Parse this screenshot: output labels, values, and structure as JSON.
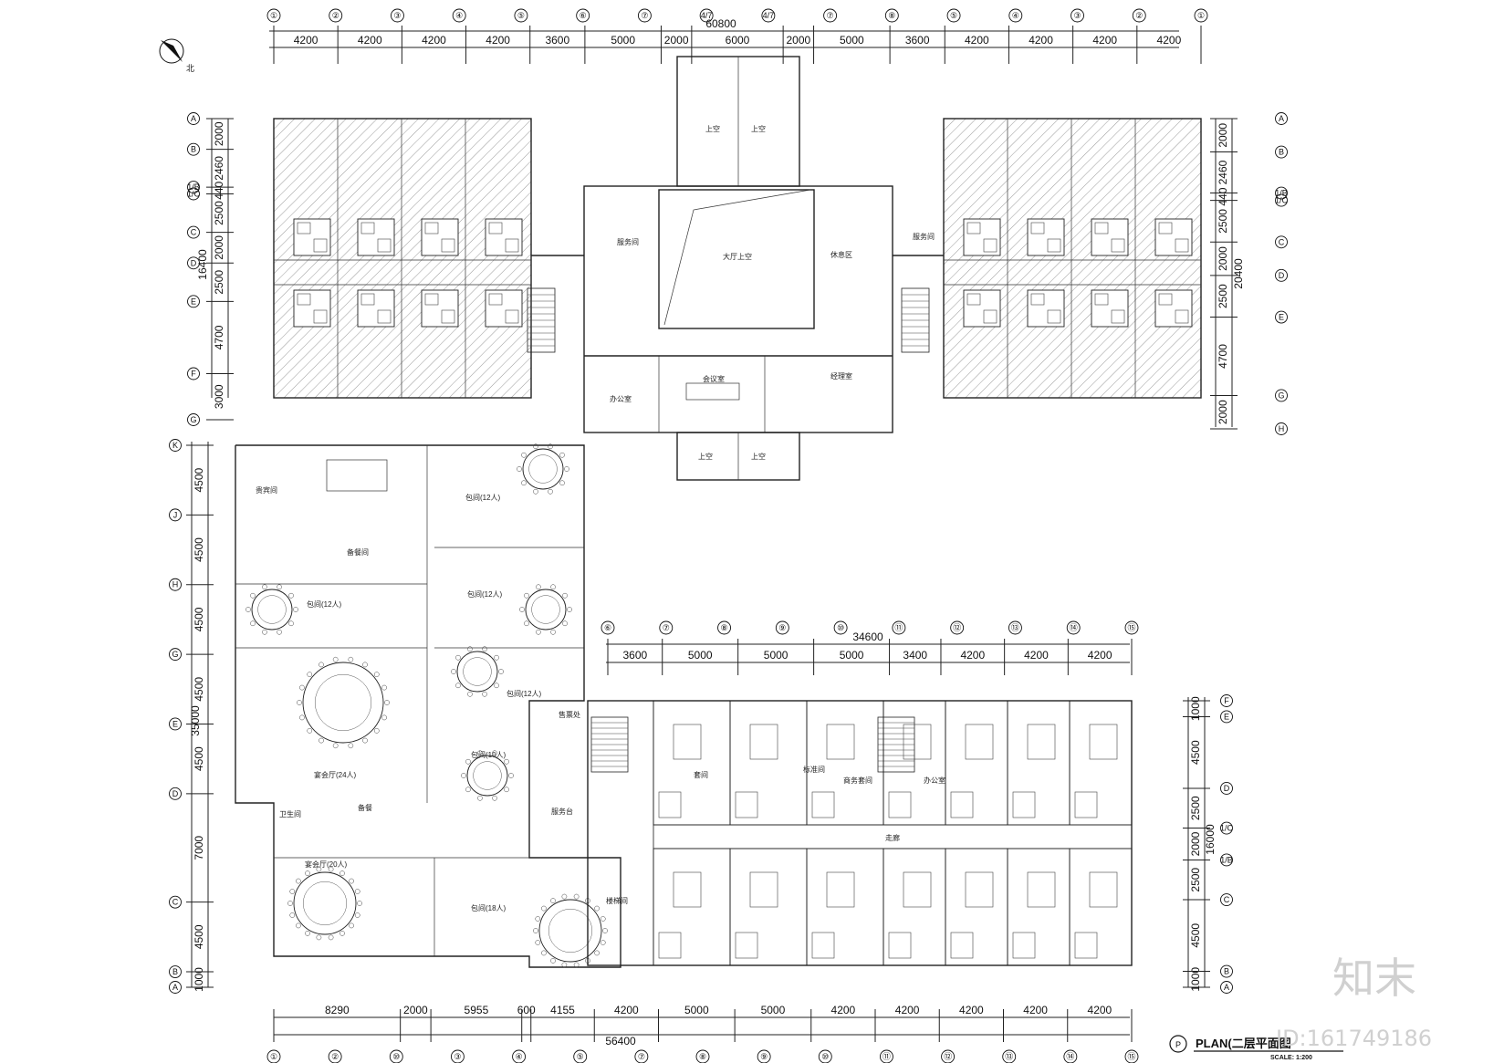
{
  "drawing": {
    "title": "PLAN(二层平面图",
    "scale": "SCALE: 1:200",
    "north_label": "北",
    "plan_marker": "P",
    "watermark_brand": "知末",
    "watermark_id": "ID:161749186"
  },
  "top_dims": {
    "total": "60800",
    "segments": [
      "4200",
      "4200",
      "4200",
      "4200",
      "3600",
      "5000",
      "2000",
      "6000",
      "2000",
      "5000",
      "3600",
      "4200",
      "4200",
      "4200",
      "4200"
    ],
    "axes": [
      "①",
      "②",
      "③",
      "④",
      "⑤",
      "⑥",
      "⑦",
      "4/7",
      "4/7",
      "⑦",
      "⑧",
      "⑤",
      "④",
      "③",
      "②",
      "①"
    ]
  },
  "mid_dims": {
    "total": "34600",
    "segments": [
      "3600",
      "5000",
      "5000",
      "5000",
      "3400",
      "4200",
      "4200",
      "4200"
    ],
    "axes": [
      "⑥",
      "⑦",
      "⑧",
      "⑨",
      "⑩",
      "⑪",
      "⑫",
      "⑬",
      "⑭",
      "⑮"
    ]
  },
  "bottom_dims": {
    "total": "56400",
    "segments": [
      "8290",
      "2000",
      "5955",
      "600",
      "4155",
      "4200",
      "5000",
      "5000",
      "4200",
      "4200",
      "4200",
      "4200",
      "4200"
    ],
    "axes": [
      "①",
      "②",
      "⑩",
      "③",
      "④",
      "⑤",
      "⑦",
      "⑧",
      "⑨",
      "⑩",
      "⑪",
      "⑫",
      "⑬",
      "⑭",
      "⑮"
    ]
  },
  "left_upper_dims": {
    "total": "16400",
    "segments": [
      "2000",
      "2460",
      "440",
      "2500",
      "2000",
      "2500",
      "4700",
      "3000"
    ],
    "axes": [
      "A",
      "B",
      "1/B",
      "1/C",
      "C",
      "D",
      "E",
      "F",
      "G"
    ]
  },
  "right_upper_dims": {
    "total": "20400",
    "segments": [
      "2000",
      "2460",
      "440",
      "2500",
      "2000",
      "2500",
      "4700",
      "2000"
    ],
    "axes": [
      "A",
      "B",
      "1/B",
      "1/C",
      "C",
      "D",
      "E",
      "G",
      "H"
    ]
  },
  "left_lower_dims": {
    "total": "35000",
    "segments": [
      "4500",
      "4500",
      "4500",
      "4500",
      "4500",
      "7000",
      "4500",
      "1000"
    ],
    "axes": [
      "K",
      "J",
      "H",
      "G",
      "E",
      "D",
      "C",
      "B",
      "A"
    ]
  },
  "right_lower_dims": {
    "total": "16000",
    "segments": [
      "1000",
      "4500",
      "2500",
      "2000",
      "2500",
      "4500",
      "1000"
    ],
    "axes": [
      "F",
      "E",
      "D",
      "1/C",
      "1/B",
      "C",
      "B",
      "A"
    ]
  },
  "rooms": {
    "atrium": "大厅上空",
    "rest_area": "休息区",
    "service_left": "服务间",
    "service_right": "服务间",
    "office": "办公室",
    "meeting": "会议室",
    "manager": "经理室",
    "office2": "办公室",
    "booth": "售票处",
    "void": "上空",
    "vip_room": "贵宾间",
    "stair": "楼梯间",
    "private_rooms": [
      "包间(12人)",
      "包间(12人)",
      "包间(12人)",
      "包间(12人)",
      "包间(10人)",
      "包间(18人)"
    ],
    "large_banquet": "宴会厅(24人)",
    "banquet2": "宴会厅(20人)",
    "prep": "备餐间",
    "toilet": "卫生间",
    "storage": "备餐",
    "suite": "套间",
    "std_room": "标准间",
    "biz_suite": "商务套间",
    "corridor": "走廊",
    "reception": "服务台"
  }
}
